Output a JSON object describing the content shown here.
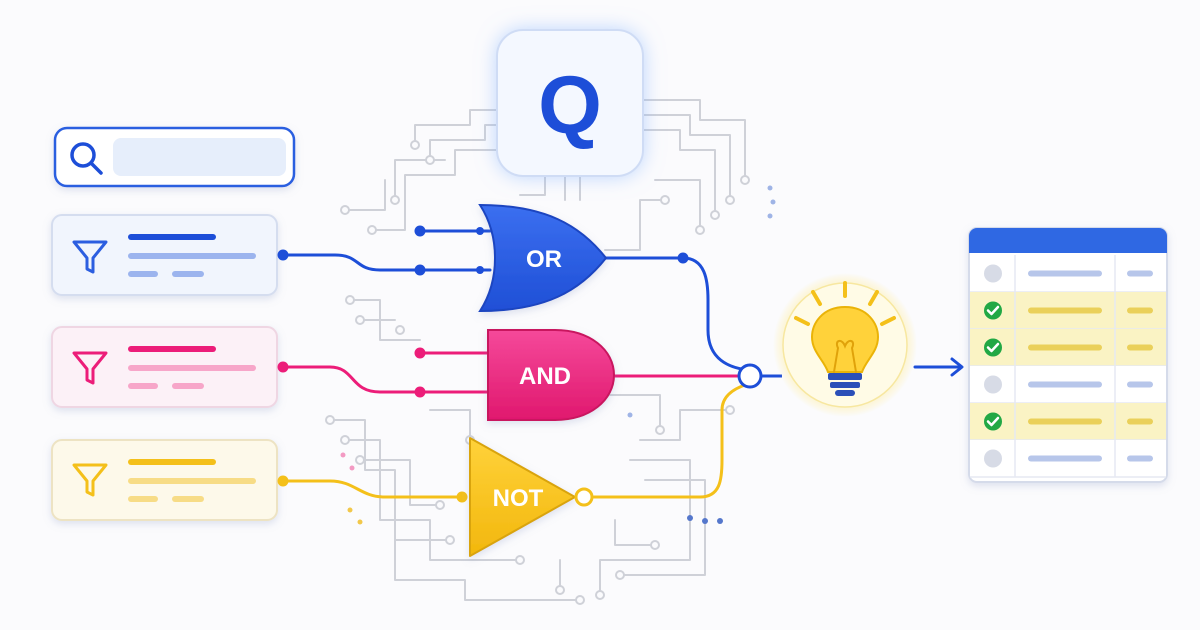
{
  "query_badge": {
    "letter": "Q"
  },
  "gates": {
    "or": {
      "label": "OR"
    },
    "and": {
      "label": "AND"
    },
    "not": {
      "label": "NOT"
    }
  },
  "colors": {
    "blue": "#1d4ed8",
    "pink": "#ec1d79",
    "yellow": "#f4c01a",
    "circuit": "#c9cbd3",
    "result_highlight": "#faf3c4",
    "check": "#22a845"
  },
  "icons": {
    "search": "search-icon",
    "filter": "filter-icon",
    "bulb": "light-bulb-icon",
    "check": "check-icon"
  },
  "results_table": {
    "rows": [
      {
        "matched": false
      },
      {
        "matched": true
      },
      {
        "matched": true
      },
      {
        "matched": false
      },
      {
        "matched": true
      },
      {
        "matched": false
      }
    ]
  }
}
